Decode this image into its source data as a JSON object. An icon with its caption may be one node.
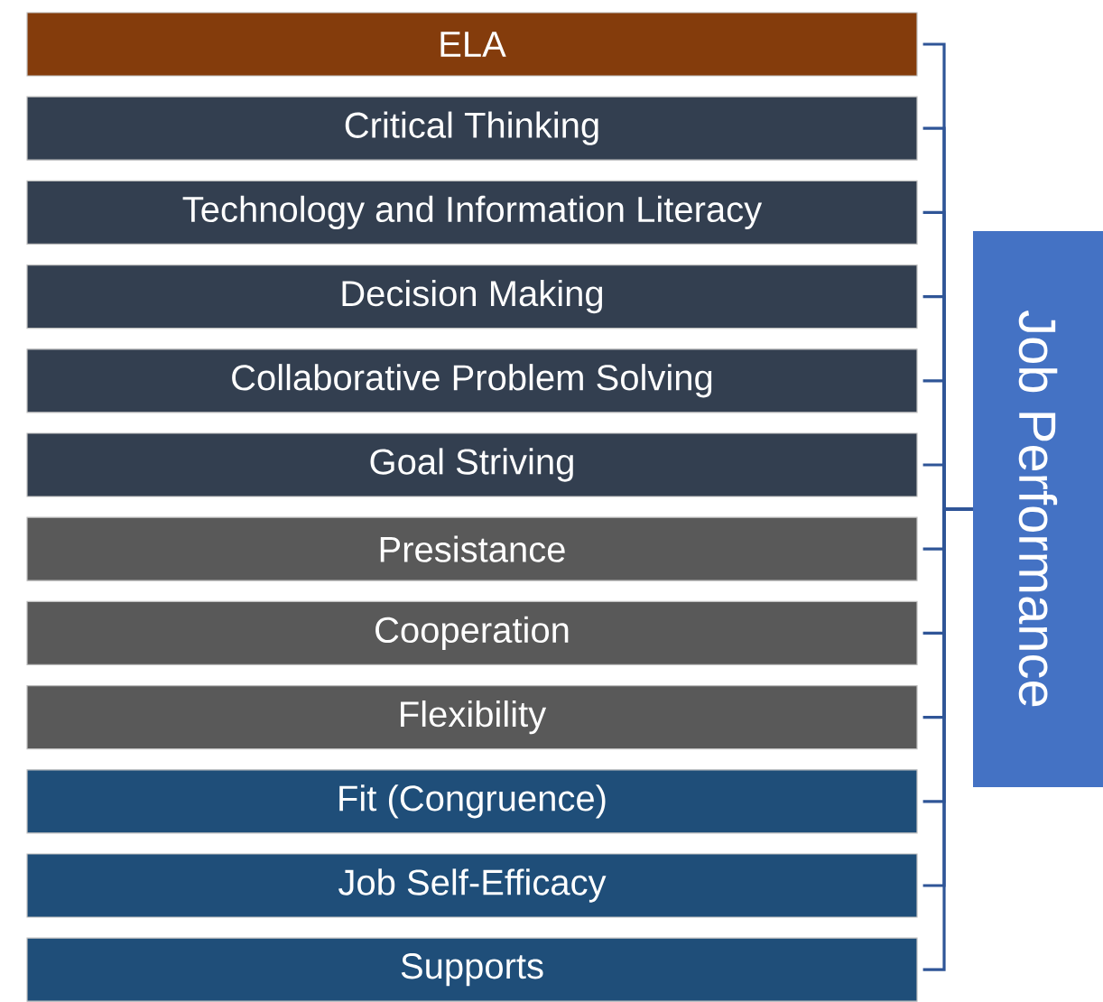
{
  "diagram": {
    "nodes": [
      {
        "text": [
          "ELA"
        ]
      },
      {
        "text": [
          "Critical Thinking"
        ]
      },
      {
        "text": [
          "Technology and Information Literacy"
        ]
      },
      {
        "text": [
          "Decision Making"
        ]
      },
      {
        "text": [
          "Collaborative Problem Solving"
        ]
      },
      {
        "text": [
          "Goal Striving"
        ]
      },
      {
        "text": [
          "Presistance"
        ]
      },
      {
        "text": [
          "Cooperation"
        ]
      },
      {
        "text": [
          "Flexibility"
        ]
      },
      {
        "text": [
          "Fit (Congruence)"
        ]
      },
      {
        "text": [
          "Job Self-Efficacy"
        ]
      },
      {
        "text": [
          "Supports"
        ]
      },
      {
        "text": [
          "Job Performance"
        ]
      }
    ],
    "edges": [
      {
        "from": 0,
        "to": 12,
        "arrow": "none"
      },
      {
        "from": 1,
        "to": 12,
        "arrow": "none"
      },
      {
        "from": 2,
        "to": 12,
        "arrow": "none"
      },
      {
        "from": 3,
        "to": 12,
        "arrow": "none"
      },
      {
        "from": 4,
        "to": 12,
        "arrow": "none"
      },
      {
        "from": 5,
        "to": 12,
        "arrow": "none"
      },
      {
        "from": 6,
        "to": 12,
        "arrow": "none"
      },
      {
        "from": 7,
        "to": 12,
        "arrow": "none"
      },
      {
        "from": 8,
        "to": 12,
        "arrow": "none"
      },
      {
        "from": 9,
        "to": 12,
        "arrow": "none"
      },
      {
        "from": 10,
        "to": 12,
        "arrow": "none"
      },
      {
        "from": 11,
        "to": 12,
        "arrow": "none"
      }
    ]
  }
}
